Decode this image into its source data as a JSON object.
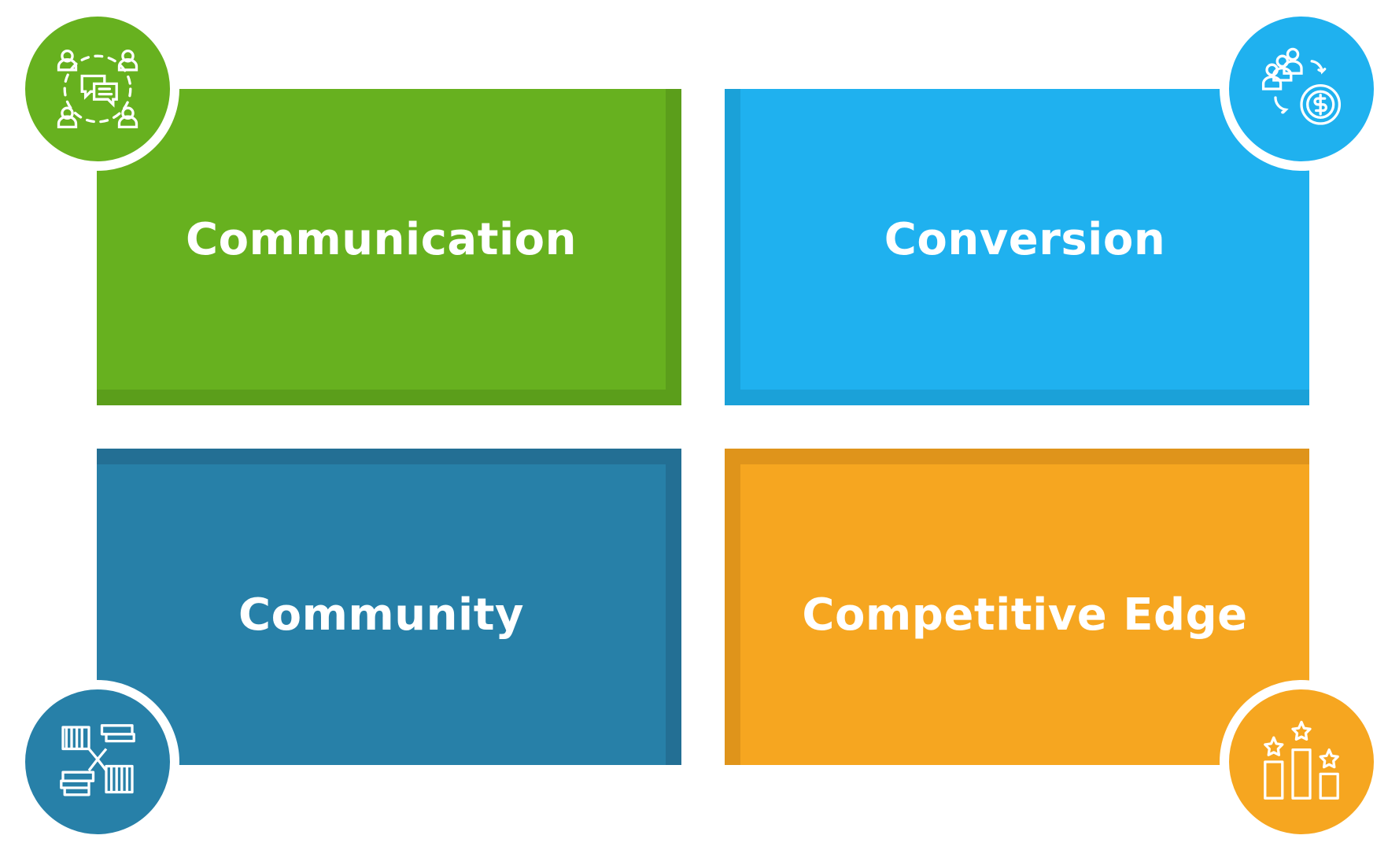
{
  "cards": [
    {
      "label": "Communication",
      "icon": "communication-icon",
      "color": "#67b11f"
    },
    {
      "label": "Conversion",
      "icon": "conversion-icon",
      "color": "#1fb1ef"
    },
    {
      "label": "Community",
      "icon": "community-icon",
      "color": "#2780a8"
    },
    {
      "label": "Competitive Edge",
      "icon": "competitive-edge-icon",
      "color": "#f6a620"
    }
  ]
}
